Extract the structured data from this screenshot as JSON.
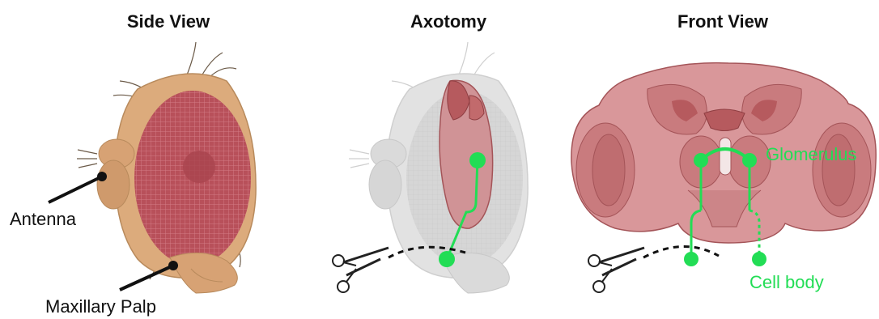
{
  "panels": {
    "side_view": {
      "title": "Side View"
    },
    "axotomy": {
      "title": "Axotomy"
    },
    "front_view": {
      "title": "Front View"
    }
  },
  "labels": {
    "antenna": "Antenna",
    "maxillary_palp": "Maxillary Palp",
    "glomerulus": "Glomerulus",
    "cell_body": "Cell body"
  },
  "colors": {
    "head_tan": "#dcab7c",
    "eye_red": "#b8505a",
    "neuron_green": "#22dd55",
    "brain_red": "#c26a6c",
    "ghost_gray": "#e2e2e2"
  },
  "icons": [
    "scissors-icon",
    "scissors-icon"
  ]
}
